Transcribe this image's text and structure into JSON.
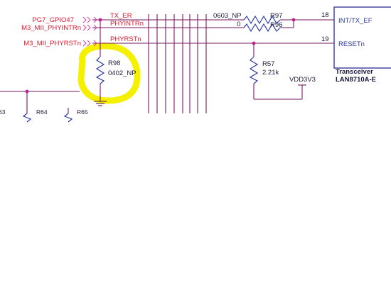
{
  "nets": {
    "tx_er_left": "PG7_GPIO47",
    "phyintr_left": "M3_MII_PHYINTRn",
    "phyrst_left": "M3_MII_PHYRSTn",
    "tx_er": "TX_ER",
    "phyintr": "PHYINTRn",
    "phyrst": "PHYRSTn",
    "vdd": "VDD3V3"
  },
  "components": {
    "r98": {
      "ref": "R98",
      "value": "0402_NP"
    },
    "r97": {
      "ref": "R97",
      "value": "0603_NP"
    },
    "r96": {
      "ref": "R96",
      "value": "0"
    },
    "r57": {
      "ref": "R57",
      "value": "2.21k"
    },
    "r64": {
      "ref": "R64"
    },
    "r65": {
      "ref": "R65"
    },
    "r63_partial": {
      "ref": "63"
    }
  },
  "chip": {
    "pin18_num": "18",
    "pin18_name": "INT/TX_EF",
    "pin19_num": "19",
    "pin19_name": "RESETn",
    "title": "Transceiver",
    "part": "LAN8710A-E"
  },
  "colors": {
    "highlight": "#f5f000",
    "net_label": "#e0182c",
    "wire": "#7a1a60",
    "resistor": "#2a3aa0",
    "junction": "#c02090"
  }
}
